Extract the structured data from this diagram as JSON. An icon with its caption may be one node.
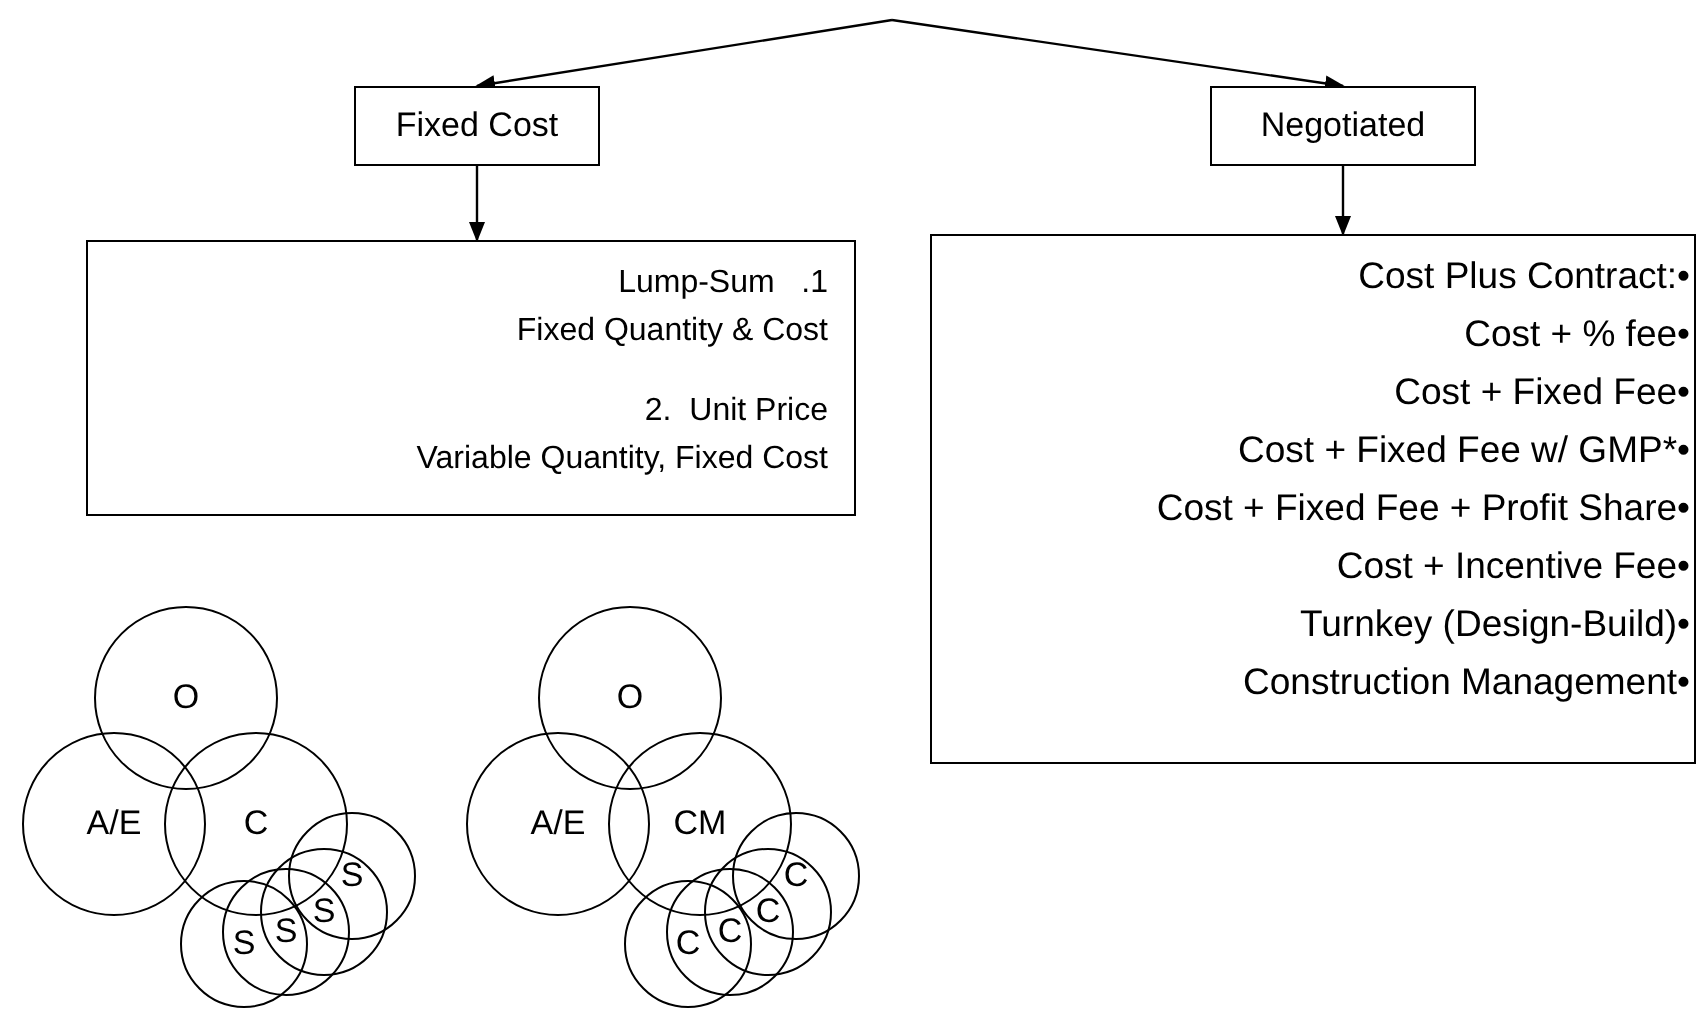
{
  "diagram": {
    "nodes": [
      {
        "text": [
          "Fixed Cost"
        ]
      },
      {
        "text": [
          "Negotiated"
        ]
      },
      {
        "text": [
          "Lump-Sum   .1",
          "Fixed Quantity & Cost",
          "2.  Unit Price",
          "Variable Quantity, Fixed Cost"
        ]
      },
      {
        "text": [
          "Cost Plus Contract:•",
          "Cost + % fee•",
          "Cost + Fixed Fee•",
          "Cost + Fixed Fee w/ GMP*•",
          "Cost + Fixed Fee + Profit Share•",
          "Cost + Incentive Fee•",
          "Turnkey (Design-Build)•",
          "Construction Management•"
        ]
      },
      {
        "text": [
          "O"
        ]
      },
      {
        "text": [
          "A/E"
        ]
      },
      {
        "text": [
          "C"
        ]
      },
      {
        "text": [
          "S"
        ]
      },
      {
        "text": [
          "S"
        ]
      },
      {
        "text": [
          "S"
        ]
      },
      {
        "text": [
          "S"
        ]
      },
      {
        "text": [
          "O"
        ]
      },
      {
        "text": [
          "A/E"
        ]
      },
      {
        "text": [
          "CM"
        ]
      },
      {
        "text": [
          "C"
        ]
      },
      {
        "text": [
          "C"
        ]
      },
      {
        "text": [
          "C"
        ]
      },
      {
        "text": [
          "C"
        ]
      }
    ],
    "edges": [
      {
        "from": null,
        "to": 0,
        "arrow": "to"
      },
      {
        "from": null,
        "to": 1,
        "arrow": "to"
      },
      {
        "from": 0,
        "to": 2,
        "arrow": "to"
      },
      {
        "from": 1,
        "to": 3,
        "arrow": "to"
      }
    ]
  }
}
